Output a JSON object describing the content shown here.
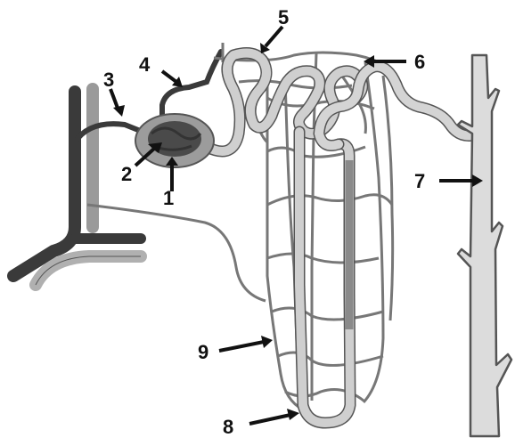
{
  "labels": [
    "1",
    "2",
    "3",
    "4",
    "5",
    "6",
    "7",
    "8",
    "9"
  ],
  "colors": {
    "dark": "#3a3a3a",
    "tube_fill": "#c8c8c8",
    "tube_edge": "#555555",
    "vessel": "#777777",
    "glomerulus": "#4a4a4a",
    "capsule": "#9c9c9c",
    "duct_fill": "#dcdcdc",
    "arrow": "#111111"
  }
}
